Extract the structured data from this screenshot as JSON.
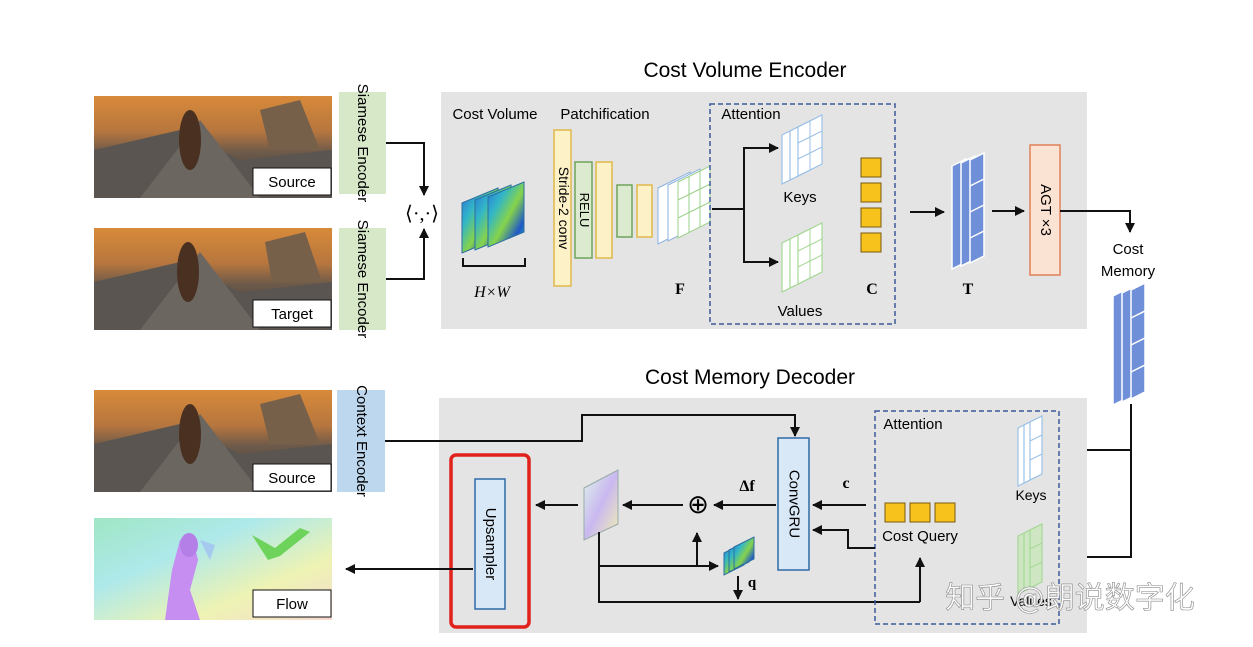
{
  "encoder": {
    "title": "Cost Volume Encoder",
    "cost_volume_label": "Cost Volume",
    "patchification_label": "Patchification",
    "attention_label": "Attention",
    "dims_label": "H×W",
    "stride_conv_label": "Stride-2 conv",
    "relu_label": "RELU",
    "f_label": "F",
    "keys_label": "Keys",
    "values_label": "Values",
    "c_label": "C",
    "t_label": "T",
    "agt_label": "AGT  ×3"
  },
  "inputs": {
    "source_label": "Source",
    "target_label": "Target",
    "siamese_label": "Siamese Encoder",
    "context_label": "Context Encoder",
    "inner_product_symbol": "⟨·,·⟩",
    "flow_label": "Flow"
  },
  "memory": {
    "label_line1": "Cost",
    "label_line2": "Memory"
  },
  "decoder": {
    "title": "Cost Memory Decoder",
    "attention_label": "Attention",
    "convgru_label": "ConvGRU",
    "upsampler_label": "Upsampler",
    "keys_label": "Keys",
    "values_label": "Values",
    "cost_query_label": "Cost Query",
    "delta_f_label": "Δf",
    "c_label": "c",
    "q_label": "q",
    "plus_symbol": "⊕"
  },
  "watermark": "知乎 @朗说数字化",
  "colors": {
    "panel_gray": "#e4e4e4",
    "siamese_green": "#d6e8c8",
    "context_blue": "#bdd7ee",
    "stride_yellow": "#fdf1c8",
    "relu_green": "#dcebcf",
    "token_yellow": "#f8c21c",
    "agt_orange": "#fbe3d4",
    "agt_border": "#e0805a",
    "feature_blue": "#6f8fd8",
    "convgru_blue": "#d9e8f7",
    "highlight_red": "#e0211c",
    "dashed_blue": "#3c5a9a"
  }
}
